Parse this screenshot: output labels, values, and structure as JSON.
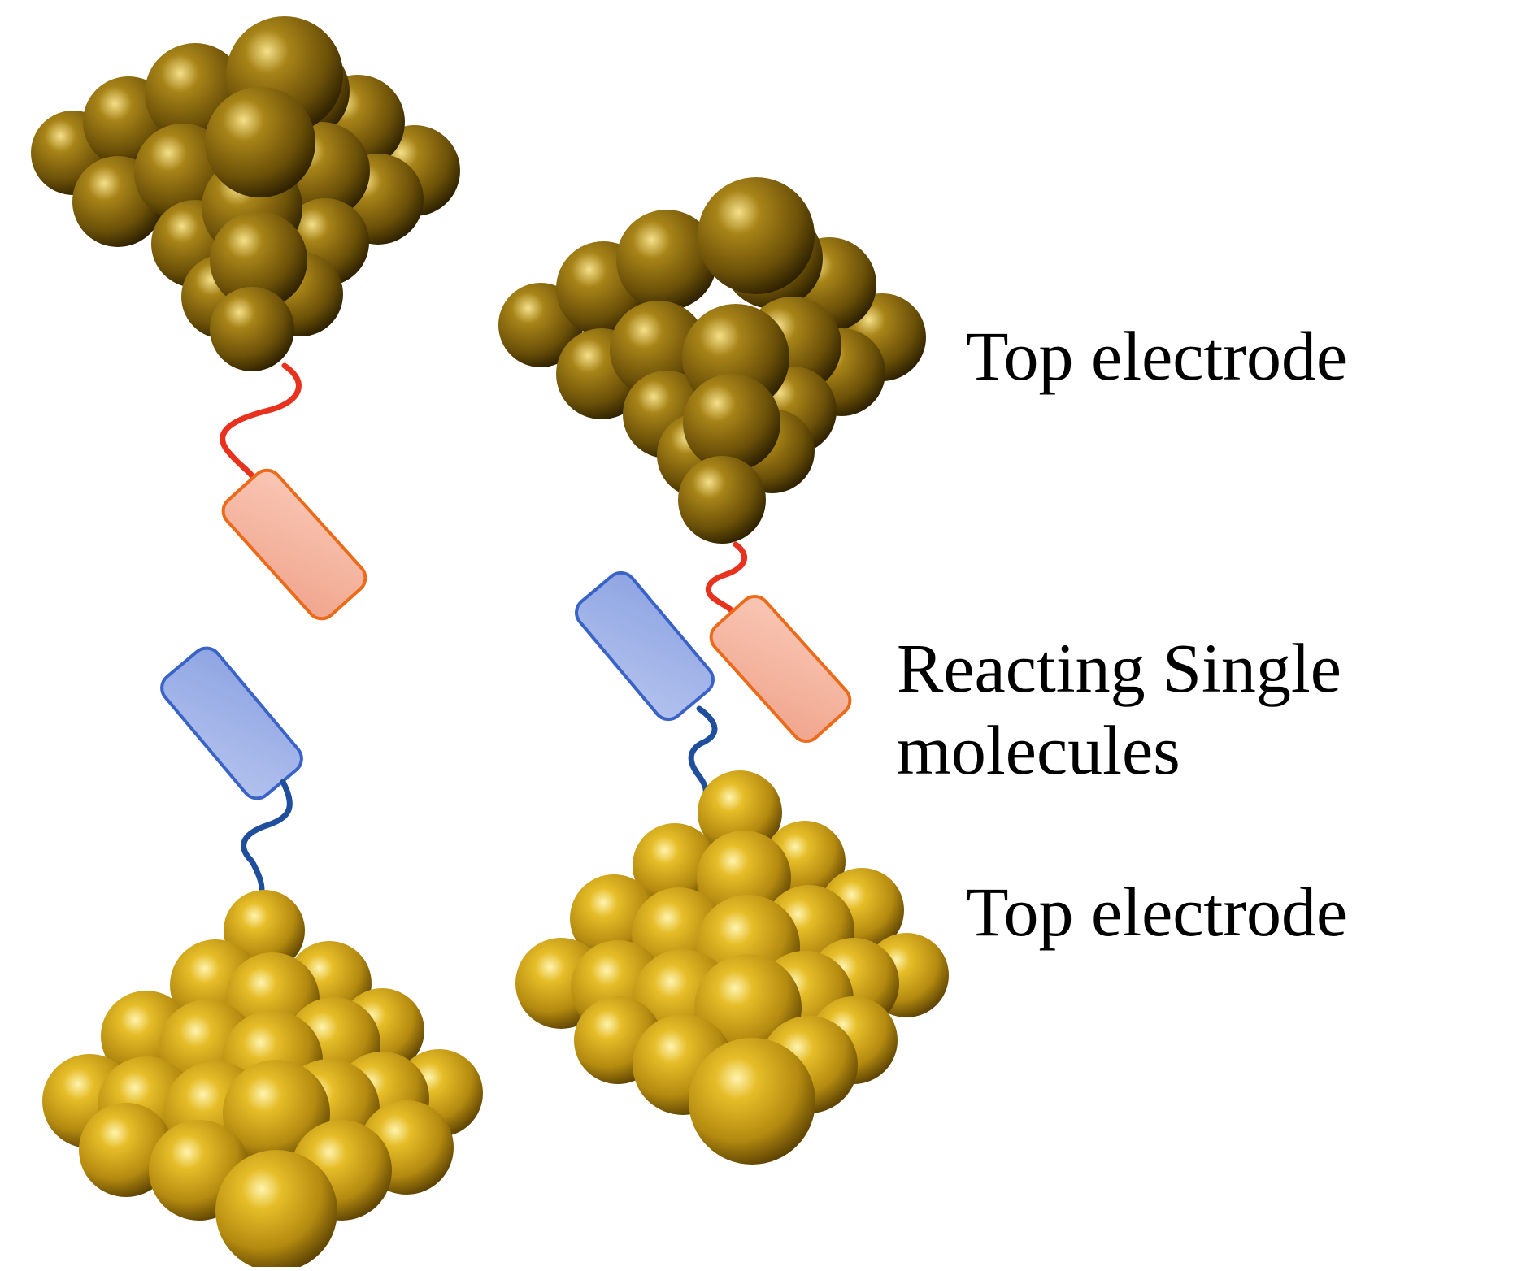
{
  "labels": {
    "top_electrode": "Top electrode",
    "reacting_line1": "Reacting Single",
    "reacting_line2": "molecules",
    "bottom_electrode": "Top electrode"
  },
  "colors": {
    "gold_highlight": "#fff0a0",
    "gold_base": "#c9a020",
    "gold_dark": "#5a3f00",
    "top_gold_base": "#8c6d10",
    "linker_red": "#e8321e",
    "linker_blue": "#1f4e9c",
    "molecule_red_fill": "#f3b3a0",
    "molecule_red_stroke": "#ec6b1b",
    "molecule_blue_fill": "#9fb1e6",
    "molecule_blue_stroke": "#3a63c8"
  }
}
